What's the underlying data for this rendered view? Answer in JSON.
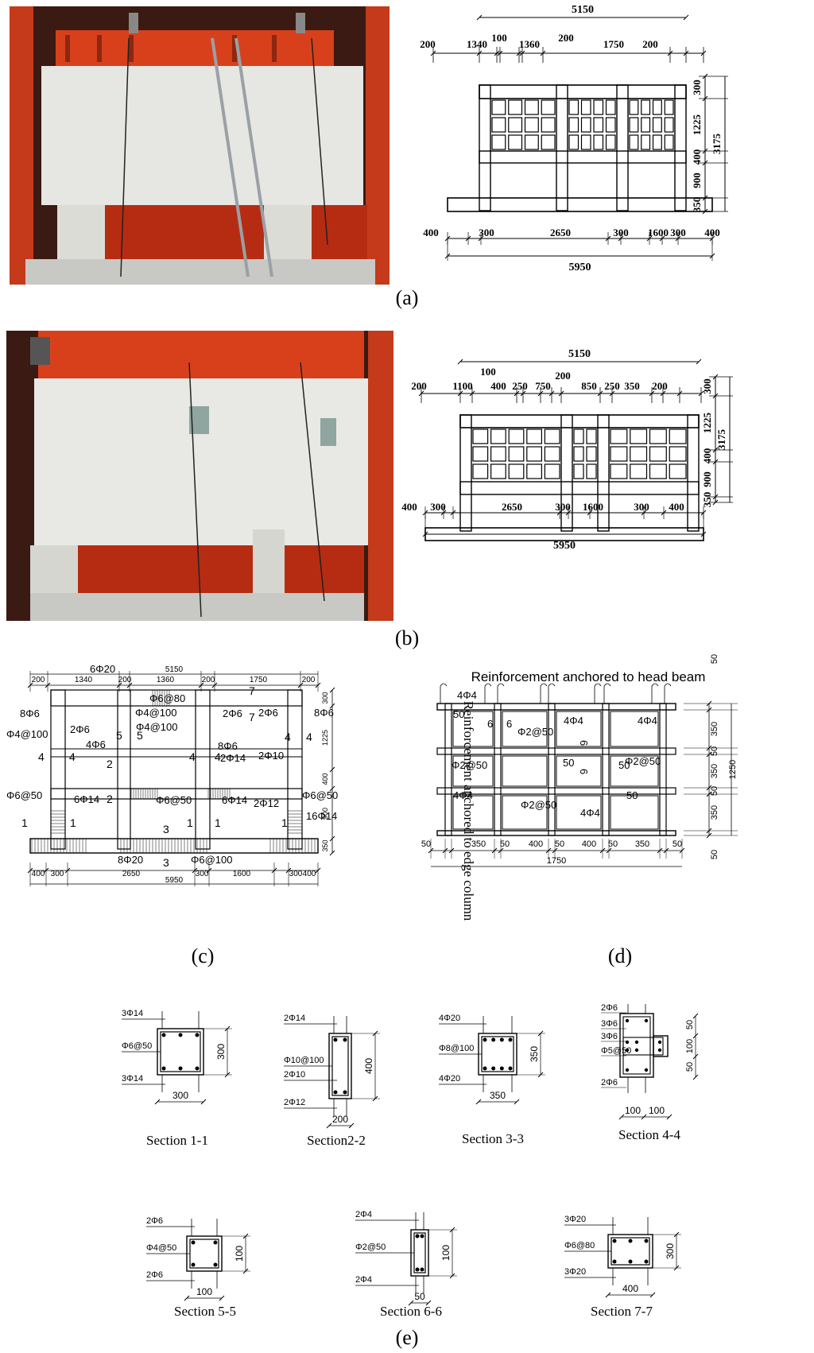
{
  "panel_a": {
    "caption": "(a)",
    "elevation": {
      "top_total": "5150",
      "top_segments": [
        "200",
        "1340",
        "100",
        "1360",
        "200",
        "1750",
        "200"
      ],
      "right_dims": [
        "300",
        "1225",
        "400",
        "900",
        "350"
      ],
      "right_total": "3175",
      "bottom_segments": [
        "400",
        "300",
        "2650",
        "300",
        "1600",
        "300",
        "400"
      ],
      "bottom_total": "5950"
    }
  },
  "panel_b": {
    "caption": "(b)",
    "elevation": {
      "top_total": "5150",
      "top_segments": [
        "200",
        "1100",
        "100",
        "400",
        "250",
        "750",
        "200",
        "850",
        "250",
        "350",
        "200"
      ],
      "right_dims": [
        "300",
        "1225",
        "400",
        "900",
        "350"
      ],
      "right_total": "3175",
      "bottom_segments": [
        "400",
        "300",
        "2650",
        "300",
        "1600",
        "300",
        "400"
      ],
      "bottom_total": "5950"
    }
  },
  "panel_c": {
    "caption": "(c)",
    "top_total": "5150",
    "top_segments": [
      "200",
      "1340",
      "200",
      "1360",
      "200",
      "1750",
      "200"
    ],
    "right_dims": [
      "300",
      "1225",
      "400",
      "900",
      "350"
    ],
    "bottom_segments": [
      "400",
      "300",
      "2650",
      "300",
      "1600",
      "300",
      "400"
    ],
    "bottom_total": "5950",
    "labels": [
      "6Φ20",
      "Φ6@80",
      "8Φ6",
      "2Φ6",
      "Φ4@100",
      "Φ4@100",
      "2Φ6",
      "2Φ6",
      "8Φ6",
      "Φ4@100",
      "4Φ6",
      "8Φ6",
      "2Φ14",
      "2Φ10",
      "Φ6@50",
      "6Φ14",
      "Φ6@50",
      "6Φ14",
      "2Φ12",
      "Φ6@50",
      "16Φ14",
      "8Φ20",
      "Φ6@100"
    ],
    "section_marks": [
      "7",
      "7",
      "5",
      "5",
      "4",
      "4",
      "4",
      "4",
      "4",
      "4",
      "2",
      "2",
      "1",
      "1",
      "1",
      "1",
      "1",
      "3",
      "3"
    ]
  },
  "panel_d": {
    "caption": "(d)",
    "title_top": "Reinforcement anchored to head beam",
    "title_side": "Reinforcement anchored to edge column",
    "labels": [
      "4Φ4",
      "50",
      "6",
      "6",
      "4Φ4",
      "4Φ4",
      "Φ2@50",
      "6",
      "50",
      "Φ2@50",
      "50",
      "6",
      "Φ2@50",
      "4Φ4",
      "Φ2@50",
      "4Φ4",
      "50"
    ],
    "right_dims": [
      "50",
      "350",
      "50",
      "350",
      "50",
      "350",
      "50"
    ],
    "right_total": "1250",
    "bottom_segments": [
      "50",
      "350",
      "50",
      "400",
      "50",
      "400",
      "50",
      "350",
      "50"
    ],
    "bottom_total": "1750"
  },
  "panel_e": {
    "caption": "(e)",
    "sections": [
      {
        "title": "Section 1-1",
        "top": "3Φ14",
        "stirrup": "Φ6@50",
        "bottom": "3Φ14",
        "width": "300",
        "height": "300"
      },
      {
        "title": "Section2-2",
        "top": "2Φ14",
        "stirrup": "Φ10@100",
        "mid": "2Φ10",
        "bottom": "2Φ12",
        "width": "200",
        "height": "400"
      },
      {
        "title": "Section 3-3",
        "top": "4Φ20",
        "stirrup": "Φ8@100",
        "bottom": "4Φ20",
        "width": "350",
        "height": "350"
      },
      {
        "title": "Section 4-4",
        "lines": [
          "2Φ6",
          "3Φ6",
          "3Φ6",
          "Φ5@50",
          "2Φ6"
        ],
        "widths": [
          "100",
          "100"
        ],
        "heights": [
          "50",
          "100",
          "50"
        ]
      },
      {
        "title": "Section 5-5",
        "top": "2Φ6",
        "stirrup": "Φ4@50",
        "bottom": "2Φ6",
        "width": "100",
        "height": "100"
      },
      {
        "title": "Section 6-6",
        "top": "2Φ4",
        "stirrup": "Φ2@50",
        "bottom": "2Φ4",
        "width": "50",
        "height": "100"
      },
      {
        "title": "Section 7-7",
        "top": "3Φ20",
        "stirrup": "Φ6@80",
        "bottom": "3Φ20",
        "width": "400",
        "height": "300"
      }
    ]
  },
  "colors": {
    "steel_frame": "#d8401c",
    "wall": "#e8e8e4",
    "ink": "#000000"
  }
}
